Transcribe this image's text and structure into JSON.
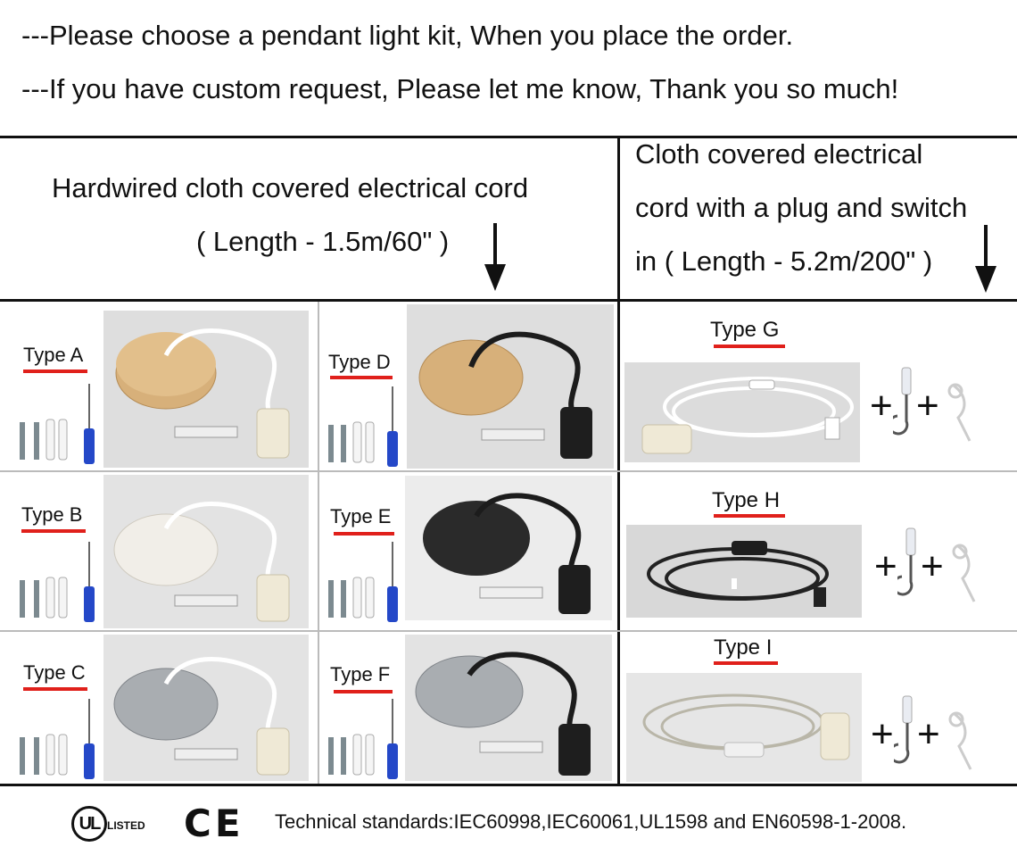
{
  "notes": [
    "---Please choose a pendant light kit, When you place the order.",
    "---If you have custom request, Please let me know, Thank you so much!"
  ],
  "headers": {
    "hardwired_line1": "Hardwired cloth covered electrical cord",
    "hardwired_line2": "( Length - 1.5m/60\" )",
    "plug_line1": "Cloth covered electrical",
    "plug_line2": "cord with a plug and switch",
    "plug_line3": "in ( Length - 5.2m/200\" )"
  },
  "types": {
    "a": "Type A",
    "b": "Type B",
    "c": "Type C",
    "d": "Type D",
    "e": "Type E",
    "f": "Type F",
    "g": "Type G",
    "h": "Type H",
    "i": "Type I"
  },
  "plus_sign": "+",
  "footer": {
    "ul_mark": "UL",
    "ul_listed": "LISTED",
    "ce_mark": "CE",
    "standards": "Technical standards:IEC60998,IEC60061,UL1598 and EN60598-1-2008."
  },
  "colors": {
    "accent_red": "#e0201b",
    "wood": "#d7b07a",
    "white_base": "#f1eee8",
    "black_base": "#2a2a2a",
    "chrome_base": "#a9adb1"
  }
}
